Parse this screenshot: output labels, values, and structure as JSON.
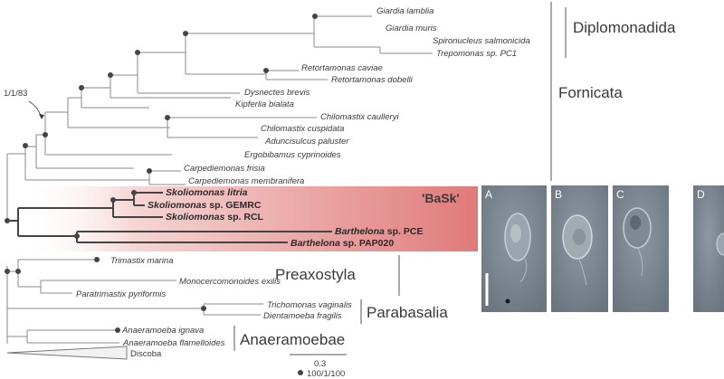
{
  "taxa": {
    "giardia_lamblia": "Giardia lamblia",
    "giardia_muris": "Giardia muris",
    "spironucleus": "Spironucleus salmonicida",
    "trepomonas": "Trepomonas sp. PC1",
    "retortamonas_caviae": "Retortamonas caviae",
    "retortamonas_dobelli": "Retortamonas dobelli",
    "dysnectes": "Dysnectes brevis",
    "kipferlia": "Kipferlia bialata",
    "chilomastix_caulleryi": "Chilomastix caulleryi",
    "chilomastix_cuspidata": "Chilomastix cuspidata",
    "aduncisulcus": "Aduncisulcus paluster",
    "ergobibamus": "Ergobibamus cyprinoides",
    "carpediemonas_frisia": "Carpediemonas frisia",
    "carpediemonas_membranifera": "Carpediemonas membranifera",
    "trimastix": "Trimastix marina",
    "monocercomonoides": "Monocercomonoides exilis",
    "paratrimastix": "Paratrimastix pyriformis",
    "trichomonas": "Trichomonas vaginalis",
    "dientamoeba": "Dientamoeba fragilis",
    "anaeramoeba_ignava": "Anaeramoeba ignava",
    "anaeramoeba_flamelloides": "Anaeramoeba flamelloides"
  },
  "bask_taxa": {
    "litria_genus": "Skoliomonas",
    "litria_species": "litria",
    "gemrc_genus": "Skoliomonas",
    "gemrc_strain": "sp. GEMRC",
    "rcl_genus": "Skoliomonas",
    "rcl_strain": "sp. RCL",
    "pce_genus": "Barthelona",
    "pce_strain": "sp. PCE",
    "pap020_genus": "Barthelona",
    "pap020_strain": "sp. PAP020"
  },
  "clades": {
    "diplomonadida": "Diplomonadida",
    "fornicata": "Fornicata",
    "bask": "'BaSk'",
    "preaxostyla": "Preaxostyla",
    "parabasalia": "Parabasalia",
    "anaeramoebae": "Anaeramoebae",
    "discoba": "Discoba"
  },
  "support_annotation": "1/1/83",
  "scale_bar_label": "0.3",
  "legend_support": "100/1/100",
  "panels": [
    "A",
    "B",
    "C",
    "D"
  ],
  "colors": {
    "bask_highlight": "#e07a7a",
    "branch": "#8a8a8a",
    "node": "#444444",
    "micrograph_bg": "#7b8590"
  }
}
